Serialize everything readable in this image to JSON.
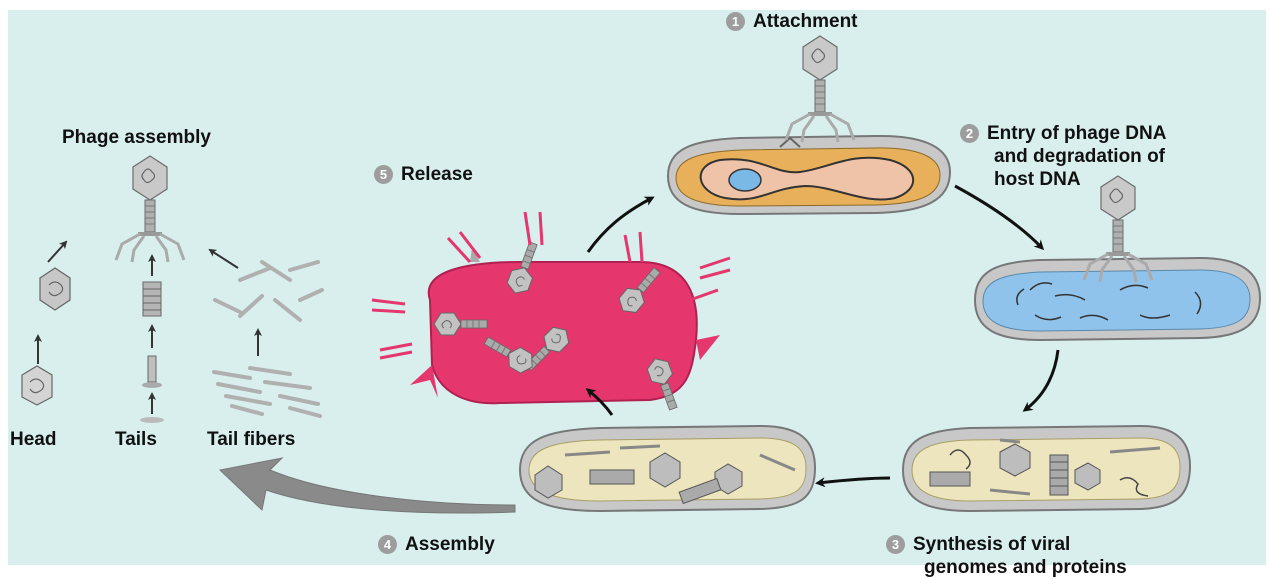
{
  "steps": [
    {
      "number": "1",
      "label": "Attachment"
    },
    {
      "number": "2",
      "lines": [
        "Entry of phage DNA",
        "and degradation of",
        "host DNA"
      ]
    },
    {
      "number": "3",
      "lines": [
        "Synthesis of viral",
        "genomes and proteins"
      ]
    },
    {
      "number": "4",
      "label": "Assembly"
    },
    {
      "number": "5",
      "label": "Release"
    }
  ],
  "assembly": {
    "title": "Phage assembly",
    "parts": [
      "Head",
      "Tails",
      "Tail fibers"
    ]
  },
  "colors": {
    "background": "#d8efee",
    "cell_attachment": "#e8b05a",
    "host_dna_region": "#efc3a8",
    "cell_entry": "#8fc3ec",
    "cell_synthesis": "#ece5bd",
    "cell_release": "#e5366e",
    "phage": "#b5b5b5"
  }
}
